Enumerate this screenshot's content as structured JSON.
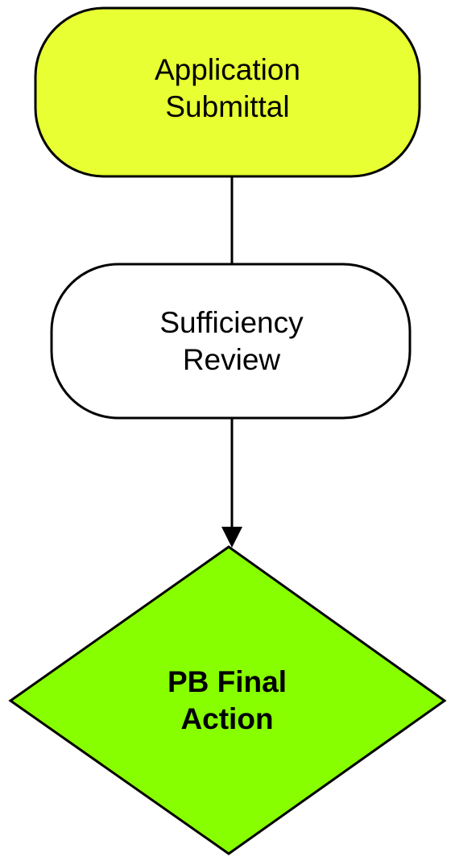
{
  "nodes": {
    "application_submittal": {
      "line1": "Application",
      "line2": "Submittal",
      "fill": "#e8ff33",
      "shape": "rounded-terminal"
    },
    "sufficiency_review": {
      "line1": "Sufficiency",
      "line2": "Review",
      "fill": "#ffffff",
      "shape": "rounded-terminal"
    },
    "pb_final_action": {
      "line1": "PB Final",
      "line2": "Action",
      "fill": "#88ff00",
      "shape": "diamond"
    }
  },
  "connectors": [
    {
      "from": "Application Submittal",
      "to": "Sufficiency Review",
      "arrowhead": false
    },
    {
      "from": "Sufficiency Review",
      "to": "PB Final Action",
      "arrowhead": true
    }
  ],
  "colors": {
    "stroke": "#000000"
  }
}
